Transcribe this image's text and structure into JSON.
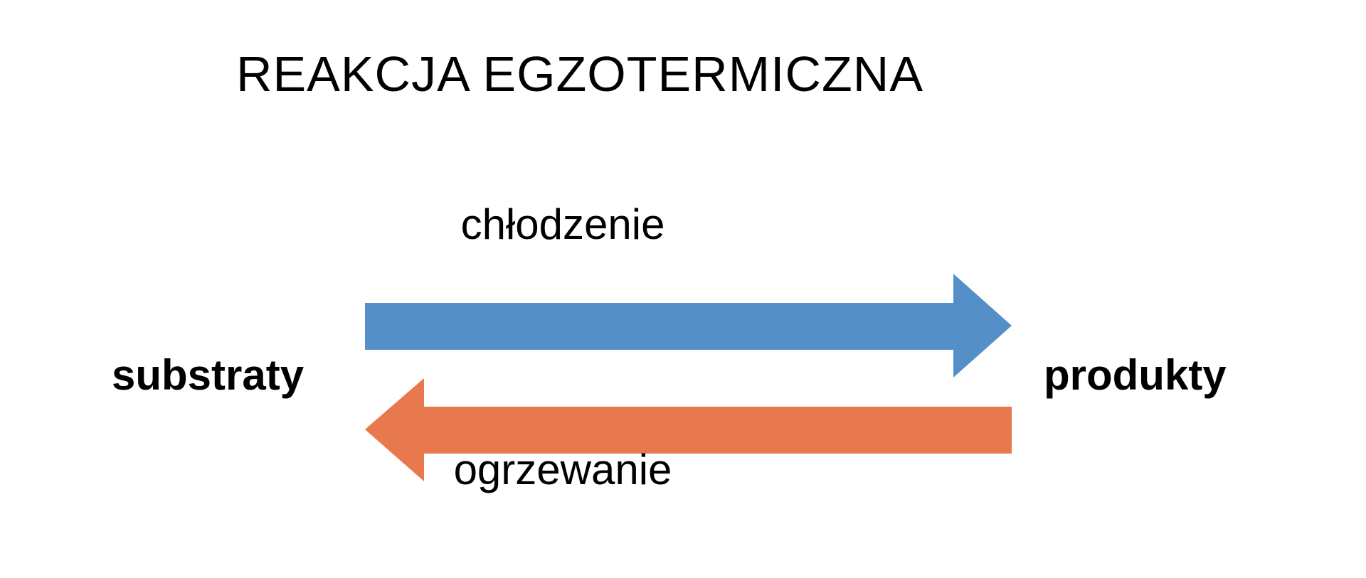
{
  "title": "REAKCJA EGZOTERMICZNA",
  "left_label": "substraty",
  "right_label": "produkty",
  "forward_arrow": {
    "label": "chłodzenie",
    "direction": "right",
    "color": "#548FC7"
  },
  "reverse_arrow": {
    "label": "ogrzewanie",
    "direction": "left",
    "color": "#E8784D"
  }
}
